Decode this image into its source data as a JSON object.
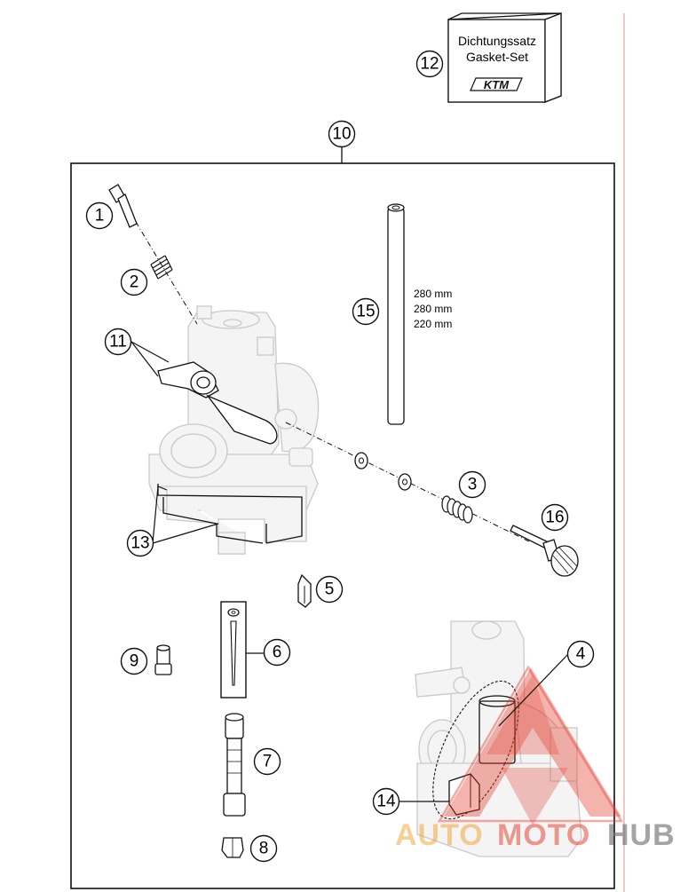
{
  "kit_box": {
    "line1": "Dichtungssatz",
    "line2": "Gasket-Set",
    "logo": "KTM"
  },
  "callouts": [
    "1",
    "2",
    "3",
    "4",
    "5",
    "6",
    "7",
    "8",
    "9",
    "10",
    "11",
    "12",
    "13",
    "14",
    "15",
    "16"
  ],
  "tube_lengths": [
    "280 mm",
    "280 mm",
    "220 mm"
  ],
  "watermark": {
    "part1": "AUTO",
    "part2": "MOTO",
    "part3": "HUB"
  },
  "colors": {
    "margin_line": "#e8a0a0",
    "watermark_red": "#e23a2a",
    "watermark_orange": "#f0a030",
    "watermark_gray": "#707070"
  }
}
